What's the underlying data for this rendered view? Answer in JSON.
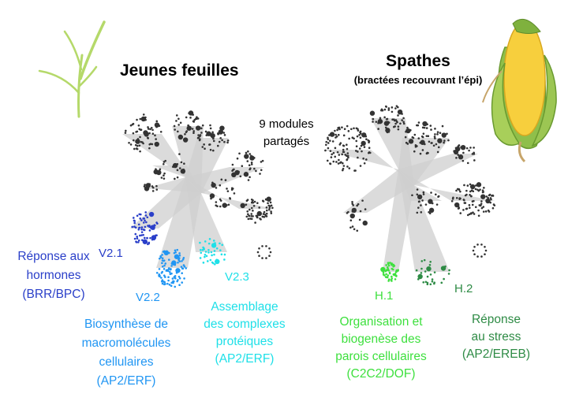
{
  "panels": {
    "left": {
      "title": "Jeunes feuilles"
    },
    "right": {
      "title": "Spathes",
      "subtitle": "(bractées recouvrant l’épi)"
    }
  },
  "shared": {
    "line1": "9 modules",
    "line2": "partagés"
  },
  "modules": [
    {
      "id": "V2.1",
      "color": "#2a3fc9",
      "desc": [
        "Réponse aux",
        "hormones",
        "(BRR/BPC)"
      ]
    },
    {
      "id": "V2.2",
      "color": "#2196f3",
      "desc": [
        "Biosynthèse de",
        "macromolécules",
        "cellulaires",
        "(AP2/ERF)"
      ]
    },
    {
      "id": "V2.3",
      "color": "#1fe0e8",
      "desc": [
        "Assemblage",
        "des complexes",
        "protéiques",
        "(AP2/ERF)"
      ]
    },
    {
      "id": "H.1",
      "color": "#3ee03e",
      "desc": [
        "Organisation et",
        "biogenèse des",
        "parois cellulaires",
        "(C2C2/DOF)"
      ]
    },
    {
      "id": "H.2",
      "color": "#2e8b45",
      "desc": [
        "Réponse",
        "au stress",
        "(AP2/EREB)"
      ]
    }
  ],
  "icons": [
    "maize-seedling-icon",
    "corn-ear-icon"
  ]
}
